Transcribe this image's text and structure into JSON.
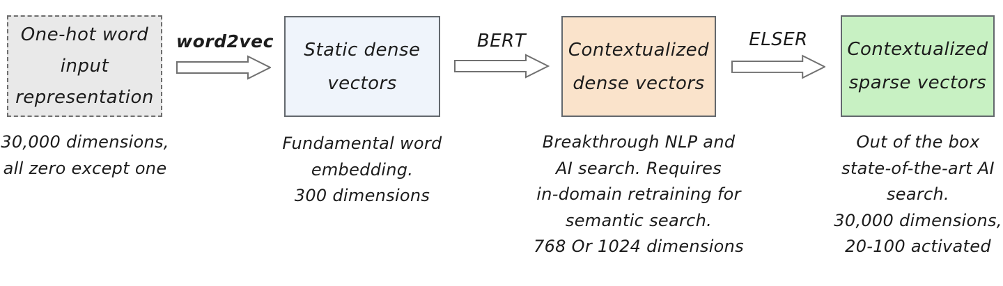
{
  "diagram": {
    "colors": {
      "background": "#ffffff",
      "text": "#1c1c1c",
      "box_border": "#63686d",
      "dashed_border": "#6e6e6e",
      "arrow_stroke": "#707070",
      "arrow_fill": "#ffffff",
      "one_hot_bg": "#e9e9e9",
      "static_dense_bg": "#eff4fb",
      "contextual_dense_bg": "#fae3cb",
      "contextual_sparse_bg": "#c8f1c3"
    },
    "stages": [
      {
        "id": "one-hot",
        "title_lines": [
          "One-hot word",
          "input",
          "representation"
        ],
        "box_style": "dashed",
        "box_bg": "#e9e9e9",
        "note_lines": [
          "30,000 dimensions,",
          "all zero except one"
        ]
      },
      {
        "id": "static-dense-vectors",
        "title_lines": [
          "Static dense",
          "vectors"
        ],
        "box_style": "solid",
        "box_bg": "#eff4fb",
        "note_lines": [
          "Fundamental word",
          "embedding.",
          "300 dimensions"
        ]
      },
      {
        "id": "contextualized-dense-vectors",
        "title_lines": [
          "Contextualized",
          "dense vectors"
        ],
        "box_style": "solid",
        "box_bg": "#fae3cb",
        "note_lines": [
          "Breakthrough NLP and",
          "AI search. Requires",
          "in-domain retraining for",
          "semantic search.",
          "768 Or 1024 dimensions"
        ]
      },
      {
        "id": "contextualized-sparse-vectors",
        "title_lines": [
          "Contextualized",
          "sparse vectors"
        ],
        "box_style": "solid",
        "box_bg": "#c8f1c3",
        "note_lines": [
          "Out of the box",
          "state-of-the-art AI",
          "search.",
          "30,000 dimensions,",
          "20-100 activated"
        ]
      }
    ],
    "arrows": [
      {
        "label": "word2vec"
      },
      {
        "label": "BERT"
      },
      {
        "label": "ELSER"
      }
    ]
  }
}
